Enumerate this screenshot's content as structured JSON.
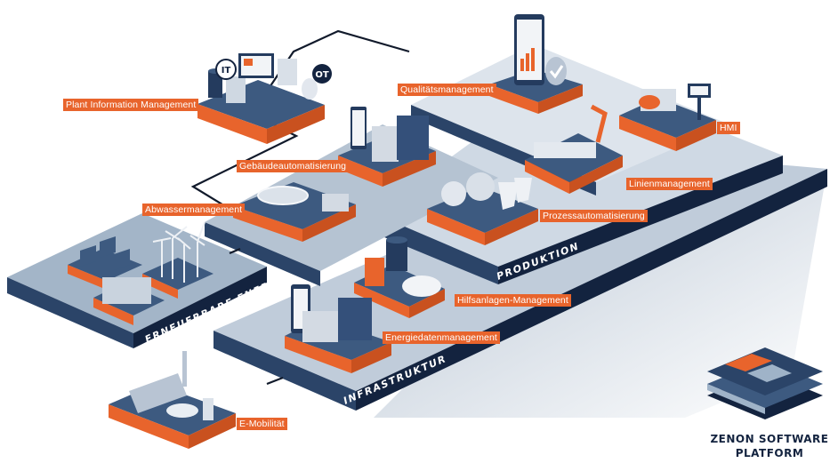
{
  "colors": {
    "accent_orange": "#e8642c",
    "navy": "#13233f",
    "slate": "#3d5a80",
    "platform_light": "#c9d4e0",
    "platform_mid": "#9fb3c8"
  },
  "zones": {
    "produktion": "PRODUKTION",
    "erneuerbare_energie": "ERNEUERBARE ENERGIE",
    "infrastruktur": "INFRASTRUKTUR"
  },
  "modules": [
    {
      "id": "plant-information-management",
      "label": "Plant Information Management"
    },
    {
      "id": "qualitaetsmanagement",
      "label": "Qualitätsmanagement"
    },
    {
      "id": "hmi",
      "label": "HMI"
    },
    {
      "id": "gebaeudeautomatisierung",
      "label": "Gebäudeautomatisierung"
    },
    {
      "id": "linienmanagement",
      "label": "Linienmanagement"
    },
    {
      "id": "abwassermanagement",
      "label": "Abwassermanagement"
    },
    {
      "id": "prozessautomatisierung",
      "label": "Prozessautomatisierung"
    },
    {
      "id": "hilfsanlagen-management",
      "label": "Hilfsanlagen-Management"
    },
    {
      "id": "energiedatenmanagement",
      "label": "Energiedatenmanagement"
    },
    {
      "id": "e-mobilitaet",
      "label": "E-Mobilität"
    }
  ],
  "badges": {
    "it": "IT",
    "ot": "OT"
  },
  "brand": {
    "line1": "ZENON SOFTWARE",
    "line2": "PLATFORM"
  }
}
